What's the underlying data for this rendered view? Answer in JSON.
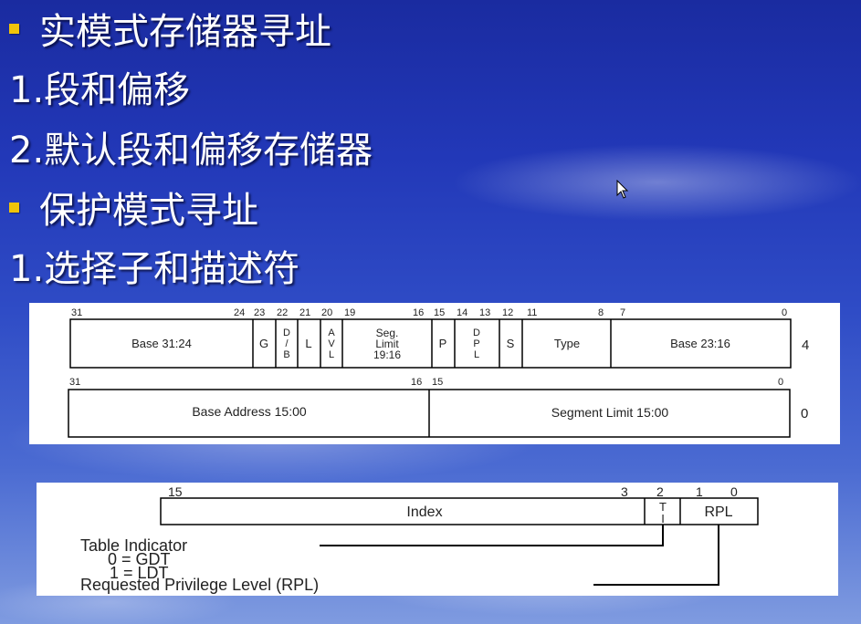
{
  "slide": {
    "lines": [
      "实模式存储器寻址",
      "1.段和偏移",
      "2.默认段和偏移存储器",
      "保护模式寻址",
      "1.选择子和描述符"
    ],
    "bullet_color": "#f0c40a"
  },
  "descriptor": {
    "upper_bits": [
      "31",
      "24",
      "23",
      "22",
      "21",
      "20",
      "19",
      "16",
      "15",
      "14",
      "13",
      "12",
      "11",
      "8",
      "7",
      "0"
    ],
    "upper_cells": {
      "base_high": "Base 31:24",
      "g": "G",
      "db": [
        "D",
        "/",
        "B"
      ],
      "l": "L",
      "avl": [
        "A",
        "V",
        "L"
      ],
      "seg_limit": [
        "Seg.",
        "Limit",
        "19:16"
      ],
      "p": "P",
      "dpl": [
        "D",
        "P",
        "L"
      ],
      "s": "S",
      "type": "Type",
      "base_mid": "Base 23:16"
    },
    "upper_offset": "4",
    "lower_bits": [
      "31",
      "16",
      "15",
      "0"
    ],
    "lower_cells": {
      "base_low": "Base Address 15:00",
      "limit_low": "Segment Limit 15:00"
    },
    "lower_offset": "0"
  },
  "selector": {
    "bits": [
      "15",
      "3",
      "2",
      "1",
      "0"
    ],
    "index": "Index",
    "ti": [
      "T",
      "I"
    ],
    "rpl": "RPL",
    "table_indicator": "Table Indicator",
    "gdt": "0 = GDT",
    "ldt": "1 = LDT",
    "rpl_label": "Requested Privilege Level (RPL)"
  }
}
